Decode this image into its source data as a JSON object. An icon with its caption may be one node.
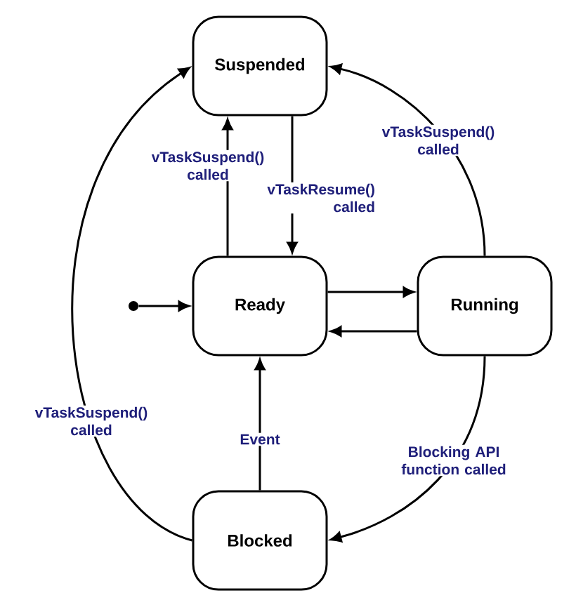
{
  "diagram": {
    "nodes": [
      {
        "text": [
          "Suspended"
        ]
      },
      {
        "text": [],
        "shape": "circle"
      },
      {
        "text": [
          "Ready"
        ]
      },
      {
        "text": [
          "Running"
        ]
      },
      {
        "text": [
          "Blocked"
        ]
      }
    ],
    "edges": [
      {
        "from": 1,
        "to": 2,
        "arrow": "to"
      },
      {
        "from": 2,
        "to": 0,
        "arrow": "to",
        "label": "vTaskSuspend() called"
      },
      {
        "from": 0,
        "to": 2,
        "arrow": "to",
        "label": "vTaskResume() called"
      },
      {
        "from": 2,
        "to": 3,
        "arrow": "to"
      },
      {
        "from": 3,
        "to": 2,
        "arrow": "to"
      },
      {
        "from": 3,
        "to": 0,
        "arrow": "to",
        "label": "vTaskSuspend() called"
      },
      {
        "from": 3,
        "to": 4,
        "arrow": "to",
        "label": "Blocking API function called"
      },
      {
        "from": 4,
        "to": 2,
        "arrow": "to",
        "label": "Event"
      },
      {
        "from": 4,
        "to": 0,
        "arrow": "to",
        "label": "vTaskSuspend() called"
      }
    ]
  }
}
